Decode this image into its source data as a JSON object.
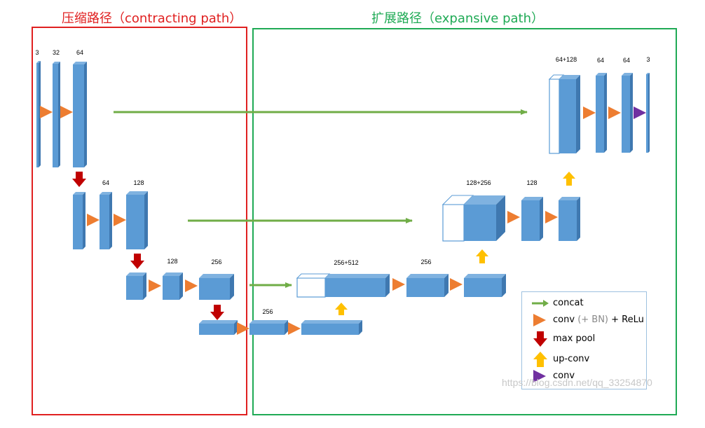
{
  "regions": {
    "contracting_label": "压缩路径（contracting path）",
    "expansive_label": "扩展路径（expansive path）",
    "contracting_color": "#e02020",
    "expansive_color": "#1faa55"
  },
  "channels": {
    "c1_in": "3",
    "c1_a": "32",
    "c1_b": "64",
    "c2_a": "64",
    "c2_b": "128",
    "c3_a": "128",
    "c3_b": "256",
    "bottleneck": "256",
    "e3_concat": "256+512",
    "e3_out": "256",
    "e2_concat": "128+256",
    "e2_out": "128",
    "e1_concat": "64+128",
    "e1_a": "64",
    "e1_b": "64",
    "e1_out": "3"
  },
  "legend": {
    "concat": "concat",
    "conv_bn_relu_a": "conv",
    "conv_bn_relu_b": "(+ BN)",
    "conv_bn_relu_c": "+ ReLu",
    "max_pool": "max pool",
    "up_conv": "up-conv",
    "conv": "conv"
  },
  "colors": {
    "block": "#5b9bd5",
    "block_top": "#7fb2e0",
    "block_side": "#3f78b0",
    "conv_arrow": "#ed7d31",
    "pool_arrow": "#c00000",
    "upconv_arrow": "#ffc000",
    "concat_arrow": "#70ad47",
    "final_conv": "#7030a0"
  },
  "watermark": "https://blog.csdn.net/qq_33254870"
}
